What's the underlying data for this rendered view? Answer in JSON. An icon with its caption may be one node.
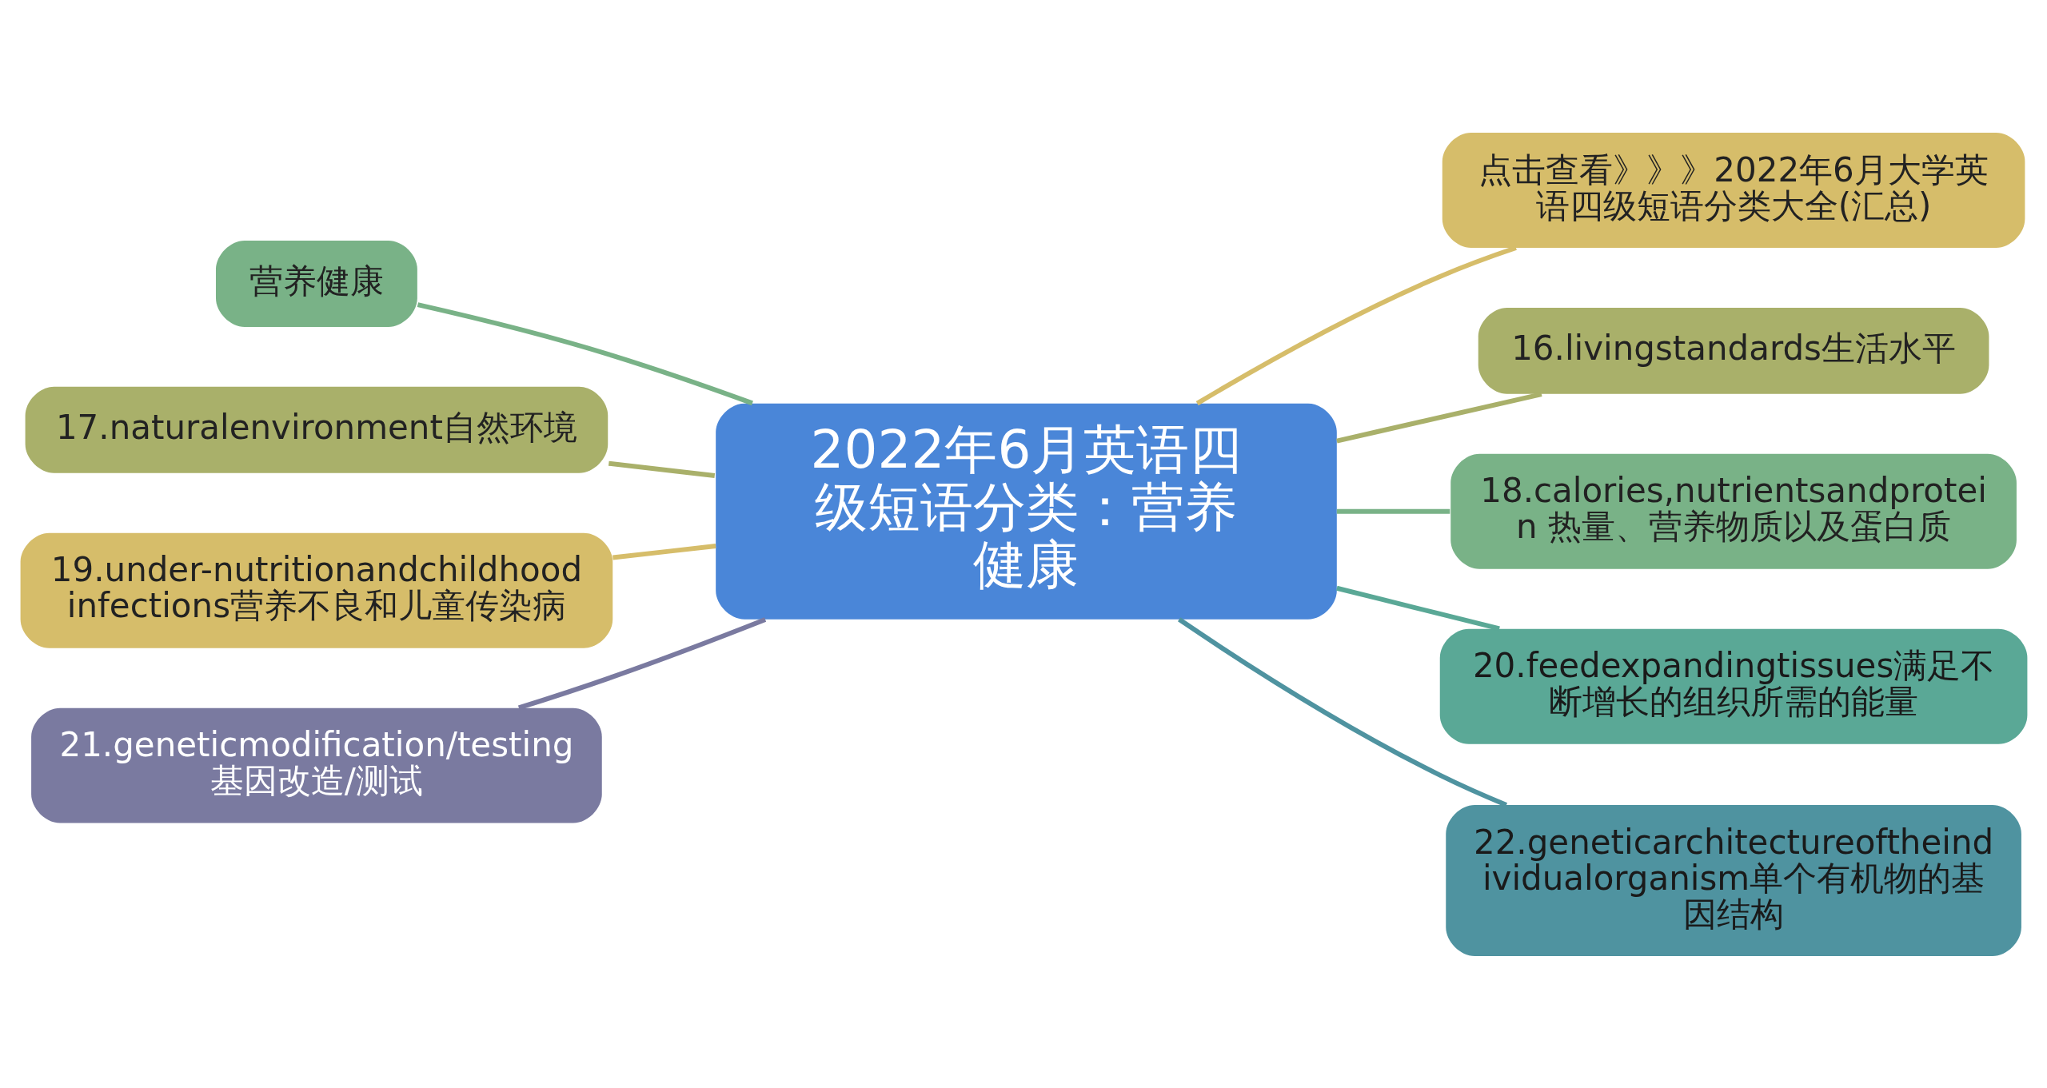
{
  "diagram": {
    "nodes": [
      {
        "text": [
          "2022年6月英语四级短语分类：营养健康"
        ]
      },
      {
        "text": [
          "营养健康"
        ]
      },
      {
        "text": [
          "17.naturalenvironment自然环境"
        ]
      },
      {
        "text": [
          "19.under-nutritionandchildhood infections营养不良和儿童传染病"
        ]
      },
      {
        "text": [
          "21.geneticmodification/testing 基因改造/测试"
        ]
      },
      {
        "text": [
          "点击查看》》》2022年6月大学英语四级短语分类大全(汇总)"
        ]
      },
      {
        "text": [
          "16.livingstandards生活水平"
        ]
      },
      {
        "text": [
          "18.calories,nutrientsandprotein 热量、营养物质以及蛋白质"
        ]
      },
      {
        "text": [
          "20.feedexpandingtissues满足不断增长的组织所需的能量"
        ]
      },
      {
        "text": [
          "22.geneticarchitectureoftheindividualorganism单个有机物的基因结构"
        ]
      }
    ],
    "edges": [
      {
        "from": 1,
        "to": 0,
        "arrow": "none",
        "color": "#79b287"
      },
      {
        "from": 2,
        "to": 0,
        "arrow": "none",
        "color": "#a9b06a"
      },
      {
        "from": 3,
        "to": 0,
        "arrow": "none",
        "color": "#d6bd6a"
      },
      {
        "from": 4,
        "to": 0,
        "arrow": "none",
        "color": "#7a7aa0"
      },
      {
        "from": 0,
        "to": 5,
        "arrow": "none",
        "color": "#d6bd6a"
      },
      {
        "from": 0,
        "to": 6,
        "arrow": "none",
        "color": "#a9b06a"
      },
      {
        "from": 0,
        "to": 7,
        "arrow": "none",
        "color": "#79b287"
      },
      {
        "from": 0,
        "to": 8,
        "arrow": "none",
        "color": "#5aa896"
      },
      {
        "from": 0,
        "to": 9,
        "arrow": "none",
        "color": "#4f93a0"
      }
    ]
  }
}
